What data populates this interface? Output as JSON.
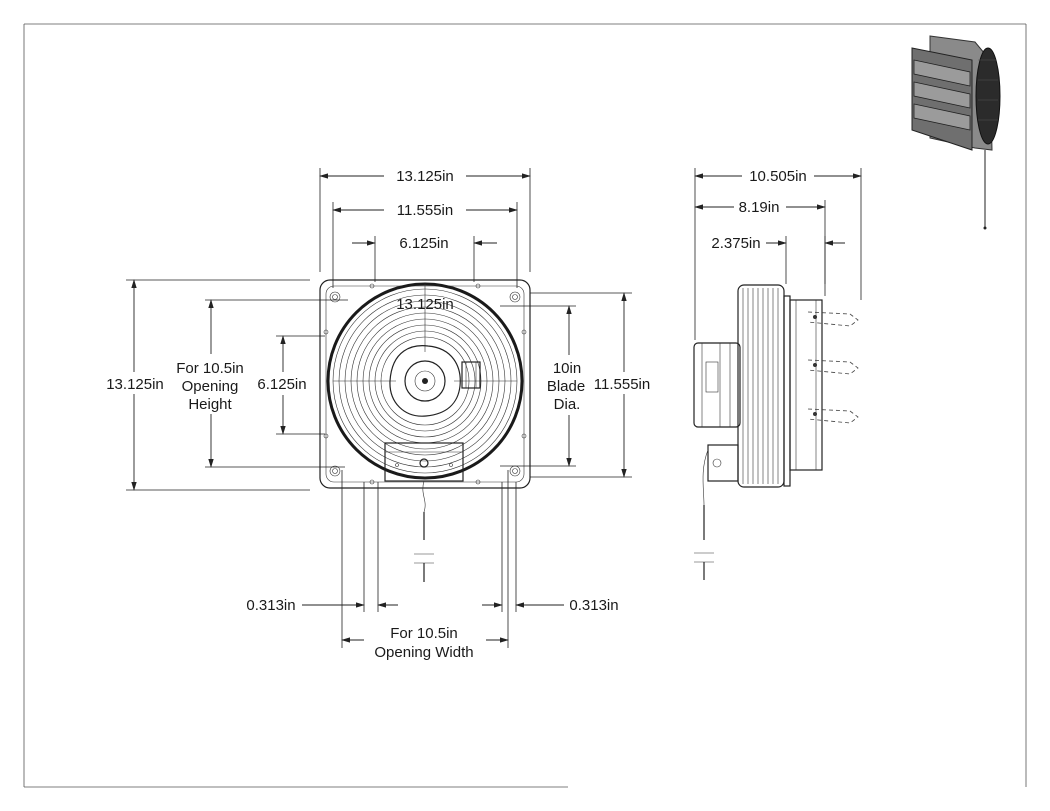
{
  "front_view": {
    "overall_width": "13.125in",
    "guard_width": "11.555in",
    "bracket_spacing_top": "6.125in",
    "overall_height": "13.125in",
    "guard_height": "11.555in",
    "bracket_spacing_side": "6.125in",
    "overlap_label": "13.125in",
    "opening_height_lines": [
      "For 10.5in",
      "Opening",
      "Height"
    ],
    "blade_lines": [
      "10in",
      "Blade",
      "Dia."
    ],
    "left_inset": "0.313in",
    "right_inset": "0.313in",
    "opening_width_lines": [
      "For 10.5in",
      "Opening Width"
    ]
  },
  "side_view": {
    "overall_depth": "10.505in",
    "depth_to_shutter": "8.19in",
    "motor_depth": "2.375in"
  },
  "colors": {
    "line": "#222222",
    "frame": "#555555",
    "background": "#ffffff"
  }
}
